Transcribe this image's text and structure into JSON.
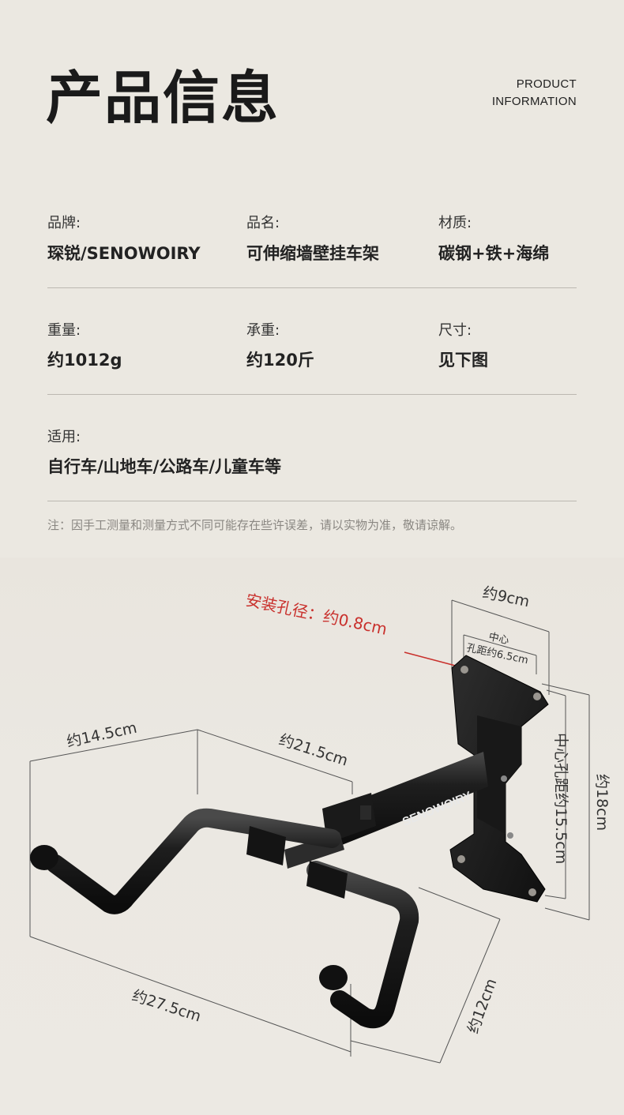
{
  "header": {
    "title": "产品信息",
    "en_line1": "PRODUCT",
    "en_line2": "INFORMATION"
  },
  "specs": [
    {
      "label": "品牌:",
      "value": "琛锐/SENOWOIRY"
    },
    {
      "label": "品名:",
      "value": "可伸缩墙壁挂车架"
    },
    {
      "label": "材质:",
      "value": "碳钢+铁+海绵"
    },
    {
      "label": "重量:",
      "value": "约1012g"
    },
    {
      "label": "承重:",
      "value": "约120斤"
    },
    {
      "label": "尺寸:",
      "value": "见下图"
    },
    {
      "label": "适用:",
      "value": "自行车/山地车/公路车/儿童车等"
    }
  ],
  "note": "注：因手工测量和测量方式不同可能存在些许误差，请以实物为准，敬请谅解。",
  "diagram": {
    "hole_diameter": "安装孔径：约0.8cm",
    "plate_width": "约9cm",
    "center_label": "中心",
    "hole_spacing_h": "孔距约6.5cm",
    "hole_spacing_v": "中心孔距约15.5cm",
    "plate_height": "约18cm",
    "depth": "约14.5cm",
    "arm_length": "约21.5cm",
    "total_length": "约27.5cm",
    "hook_height": "约12cm",
    "brand_on_arm": "SENOWOIRY"
  },
  "colors": {
    "background": "#ebe8e1",
    "accent_red": "#c9302c",
    "metal": "#1c1c1c"
  }
}
